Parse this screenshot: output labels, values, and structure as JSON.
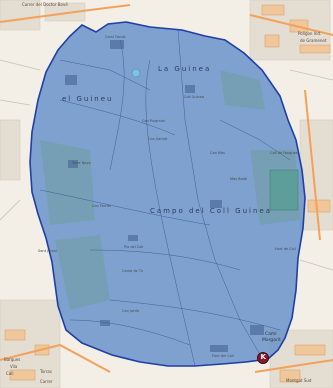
{
  "labels": {
    "top_street": "Carrer del Doctor Bové",
    "top_right_1": "Polígon Ind.",
    "top_right_2": "de Gramenet",
    "la_guinea": "La Guinea",
    "el_guineu": "el Guineu",
    "campo": "Campo del Coll Guinea",
    "dot_k": "K",
    "corner_1": "Camí",
    "corner_2": "Margarit",
    "bottom_left_1": "Barques",
    "bottom_left_2": "Vila",
    "bottom_left_3": "Coll",
    "bottom_left_4": "Torras",
    "bottom_left_5": "Carrer",
    "bottom_right": "Montgat Sud",
    "inner": [
      "Camí Fondo",
      "Can Puigmarí",
      "Coll Guinea",
      "Can Santet",
      "Torre Nova",
      "Can Mas",
      "Mas Badó",
      "Can Ferran",
      "Pla del Coll",
      "Coll de Fangues",
      "Hort de Coll",
      "Camp de Tir",
      "Can Jordà",
      "Font del Coll",
      "Sant Jeroni"
    ]
  },
  "colors": {
    "area_fill": "#5d8cc8",
    "area_stroke": "#1e3fa6",
    "marker": "#8a1a2a"
  },
  "marker": {
    "name": "k-point"
  }
}
